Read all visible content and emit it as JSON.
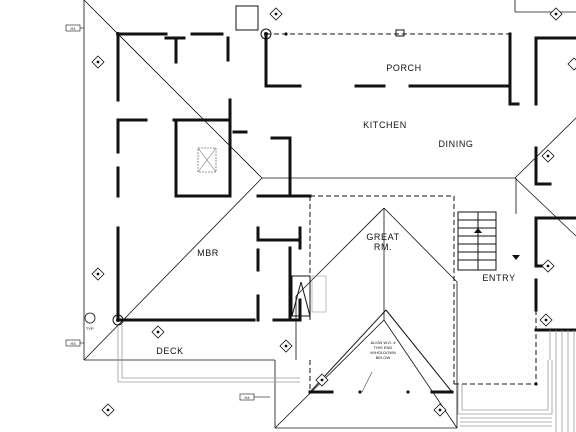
{
  "rooms": {
    "porch": "PORCH",
    "kitchen": "KITCHEN",
    "dining": "DINING",
    "mbr": "MBR",
    "great_line1": "GREAT",
    "great_line2": "RM.",
    "entry": "ENTRY",
    "deck": "DECK"
  },
  "note_lines": [
    "ALIGN W.D. #",
    "THIS END",
    "W/HOLDOWN",
    "BELOW"
  ],
  "tags": {
    "h1": "H1",
    "h3": "H3",
    "h4": "H4",
    "typ": "TYP."
  }
}
